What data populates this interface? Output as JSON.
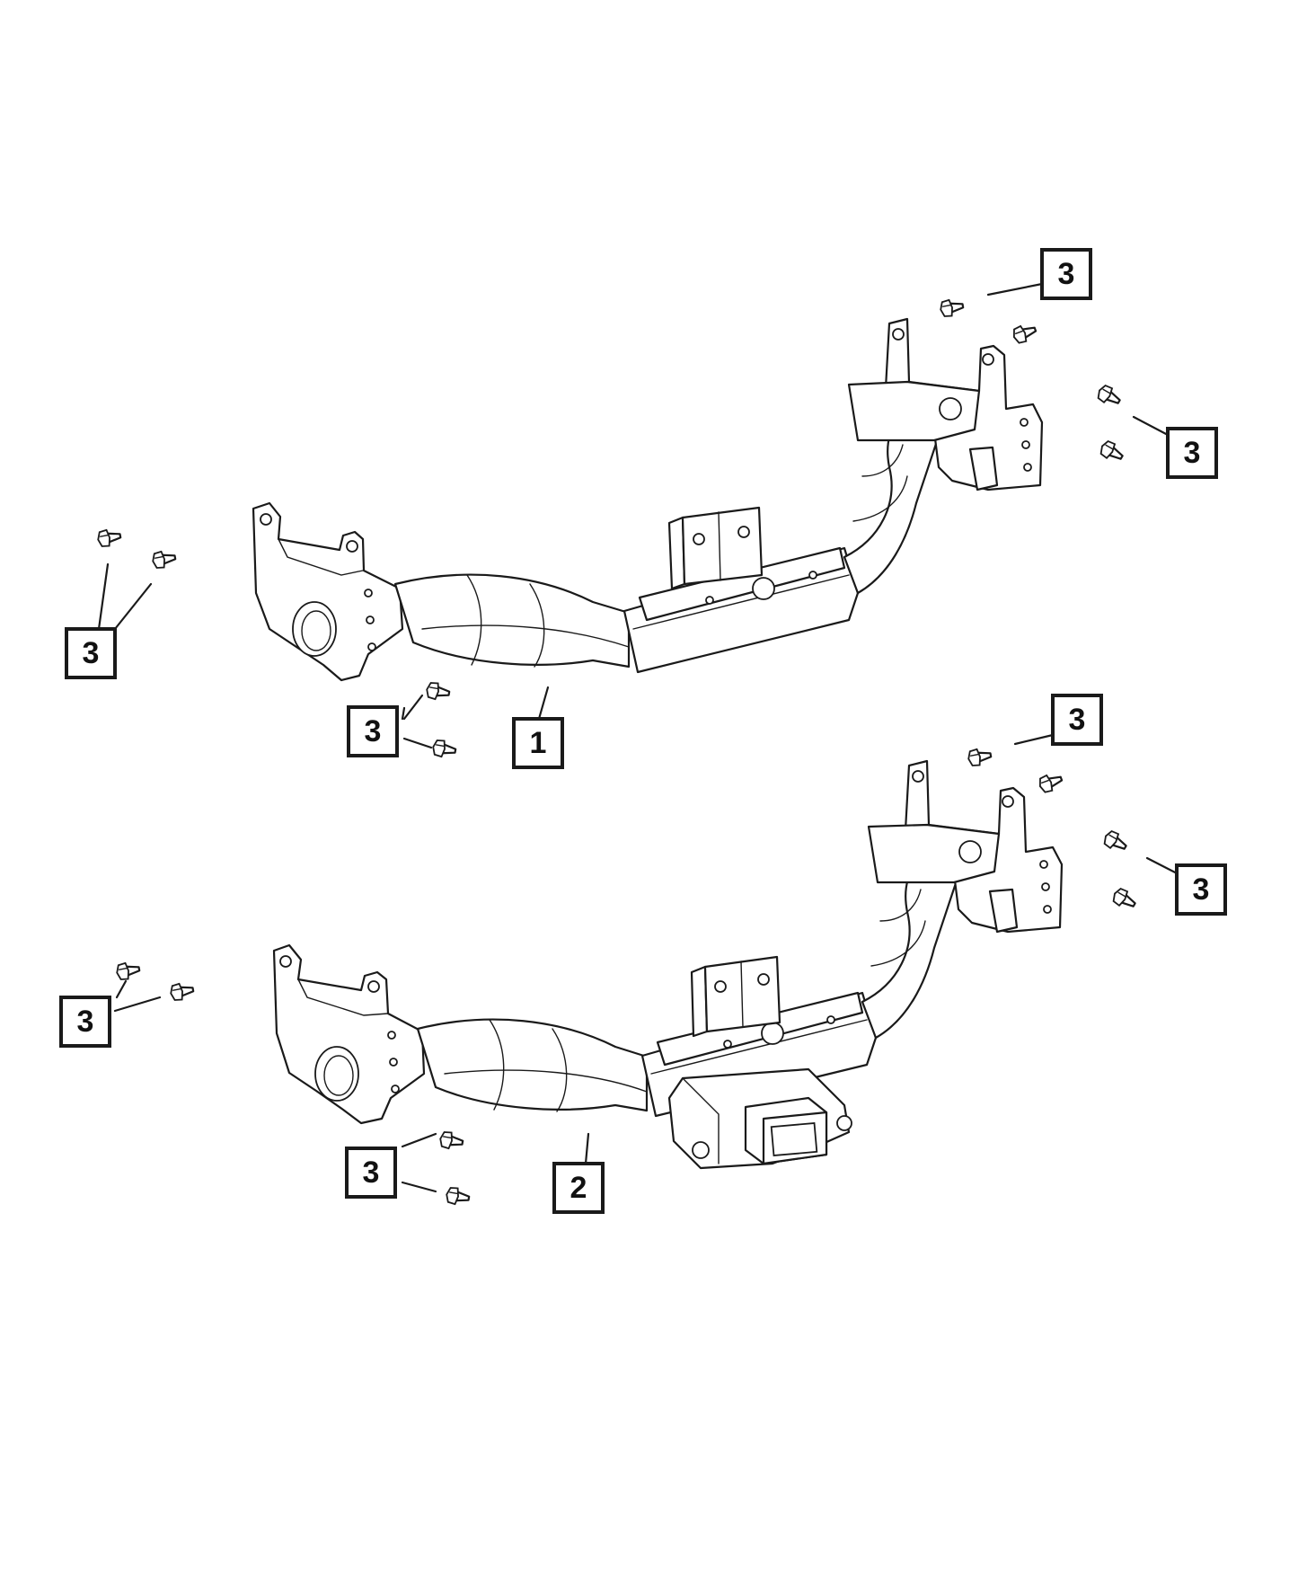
{
  "diagram": {
    "callouts": {
      "hitch_upper_label": "1",
      "hitch_lower_label": "2",
      "bolt_label": "3"
    }
  }
}
